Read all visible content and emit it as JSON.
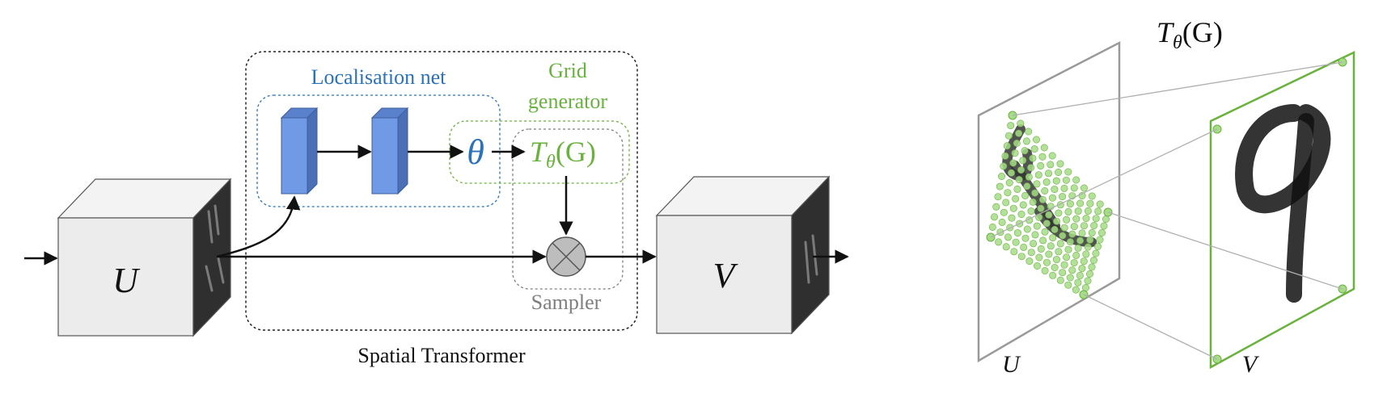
{
  "labels": {
    "input_map": "U",
    "output_map": "V",
    "localisation_net": "Localisation net",
    "grid_generator_line1": "Grid",
    "grid_generator_line2": "generator",
    "theta": "θ",
    "transform_prefix": "T",
    "transform_sub": "θ",
    "transform_arg": "(G)",
    "sampler": "Sampler",
    "spatial_transformer": "Spatial Transformer",
    "right_title_prefix": "T",
    "right_title_sub": "θ",
    "right_title_arg": "(G)",
    "right_input_label": "U",
    "right_output_label": "V"
  },
  "colors": {
    "blue": "#2b72b8",
    "green": "#6ab23e",
    "gray": "#7f7f7f",
    "box_blue": "#7099e6",
    "cube_face": "#efefef",
    "point_green": "#a6dc87"
  }
}
